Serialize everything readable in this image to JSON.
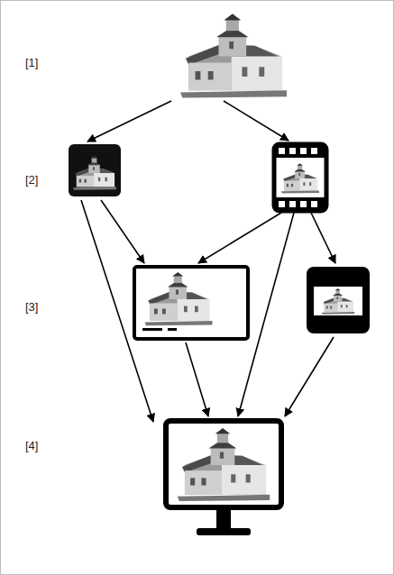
{
  "diagram": {
    "labels": [
      "[1]",
      "[2]",
      "[3]",
      "[4]"
    ]
  }
}
